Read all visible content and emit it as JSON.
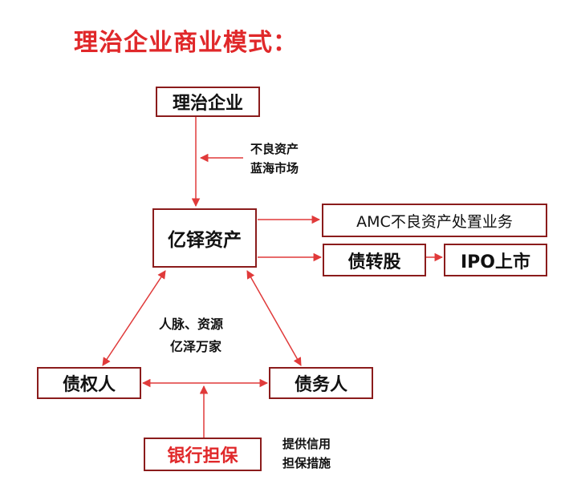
{
  "title": "理治企业商业模式：",
  "nodes": {
    "lizhi": "理治企业",
    "yize": "亿铎资产",
    "amc": "AMC不良资产处置业务",
    "debt_equity": "债转股",
    "ipo": "IPO上市",
    "creditor": "债权人",
    "debtor": "债务人",
    "bank": "银行担保"
  },
  "notes": {
    "top_line1": "不良资产",
    "top_line2": "蓝海市场",
    "middle_line1": "人脉、资源",
    "middle_line2": "亿泽万家",
    "bottom_line1": "提供信用",
    "bottom_line2": "担保措施"
  },
  "colors": {
    "title": "#e0282a",
    "line": "#e03a3a",
    "border": "#8b1c1c",
    "bank_text": "#e0282a"
  }
}
